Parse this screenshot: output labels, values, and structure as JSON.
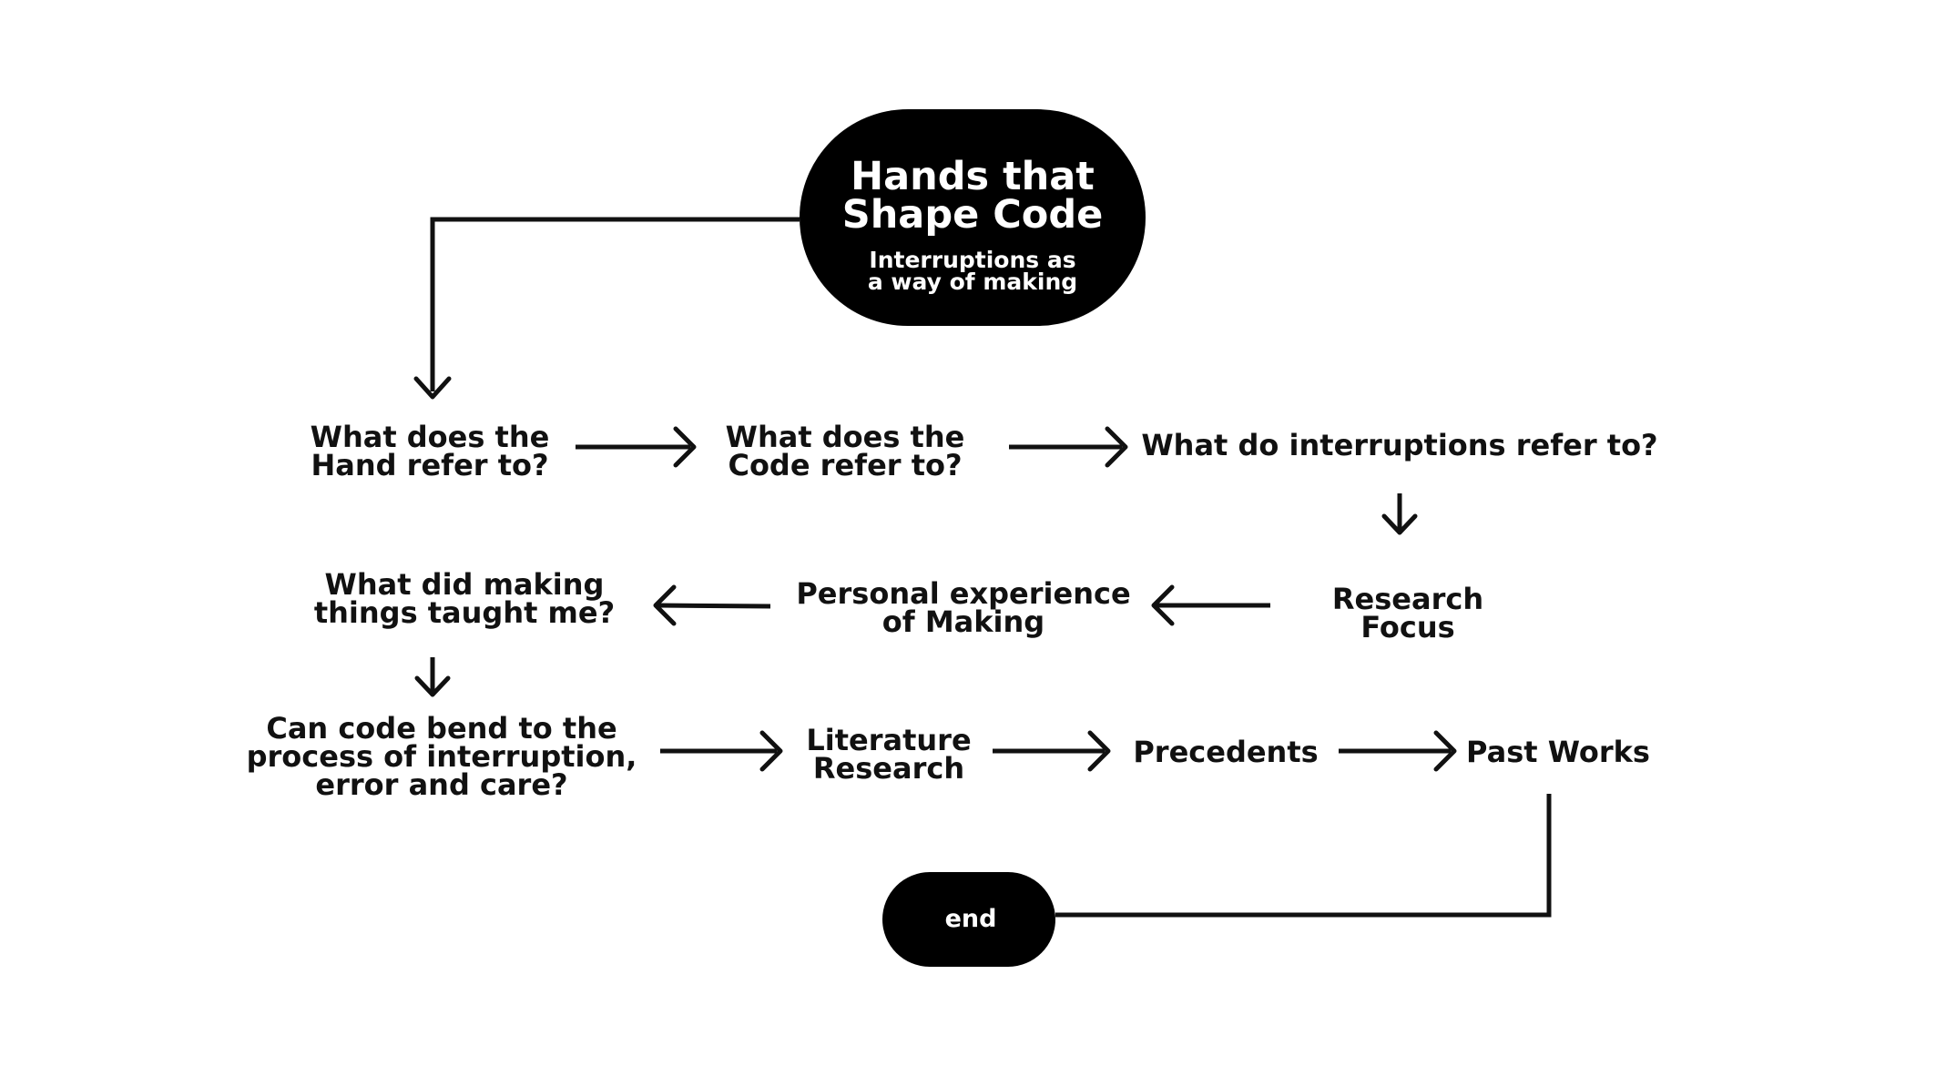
{
  "colors": {
    "background": "#ffffff",
    "ink": "#111111",
    "terminal_fill": "#000000",
    "terminal_text": "#ffffff"
  },
  "start": {
    "title_line1": "Hands that",
    "title_line2": "Shape Code",
    "subtitle_line1": "Interruptions as",
    "subtitle_line2": "a way of making"
  },
  "nodes": {
    "hand": {
      "line1": "What does the",
      "line2": "Hand refer to?"
    },
    "code": {
      "line1": "What does the",
      "line2": "Code refer to?"
    },
    "interruptions": {
      "line1": "What do interruptions refer to?"
    },
    "research_focus": {
      "line1": "Research",
      "line2": "Focus"
    },
    "personal_experience": {
      "line1": "Personal experience",
      "line2": "of Making"
    },
    "making_taught": {
      "line1": "What did making",
      "line2": "things taught me?"
    },
    "code_bend": {
      "line1": "Can code bend to the",
      "line2": "process of interruption,",
      "line3": "error and care?"
    },
    "literature": {
      "line1": "Literature",
      "line2": "Research"
    },
    "precedents": {
      "line1": "Precedents"
    },
    "past_works": {
      "line1": "Past Works"
    }
  },
  "end": {
    "label": "end"
  }
}
